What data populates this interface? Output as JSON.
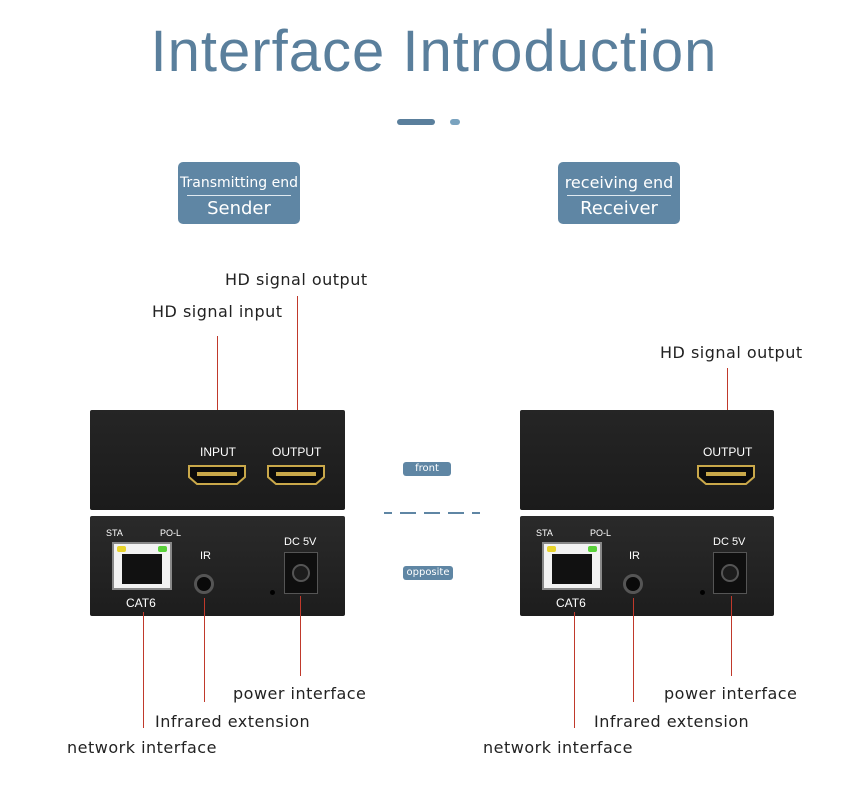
{
  "title": "Interface Introduction",
  "sender": {
    "badge_line1": "Transmitting end",
    "badge_line2": "Sender",
    "label_hd_output": "HD signal output",
    "label_hd_input": "HD signal input",
    "port_input": "INPUT",
    "port_output": "OUTPUT",
    "sta": "STA",
    "pol": "PO-L",
    "ir": "IR",
    "dc": "DC 5V",
    "cat6": "CAT6",
    "label_power": "power interface",
    "label_infrared": "Infrared extension",
    "label_network": "network interface"
  },
  "middle": {
    "front": "front",
    "opposite": "opposite"
  },
  "receiver": {
    "badge_line1": "receiving end",
    "badge_line2": "Receiver",
    "label_hd_output": "HD signal output",
    "port_output": "OUTPUT",
    "sta": "STA",
    "pol": "PO-L",
    "ir": "IR",
    "dc": "DC 5V",
    "cat6": "CAT6",
    "label_power": "power interface",
    "label_infrared": "Infrared extension",
    "label_network": "network interface"
  },
  "colors": {
    "accent": "#5a7f9c",
    "leader_line": "#c0392b",
    "led_sta": "#e8d32a",
    "led_pol": "#5ad13a"
  }
}
